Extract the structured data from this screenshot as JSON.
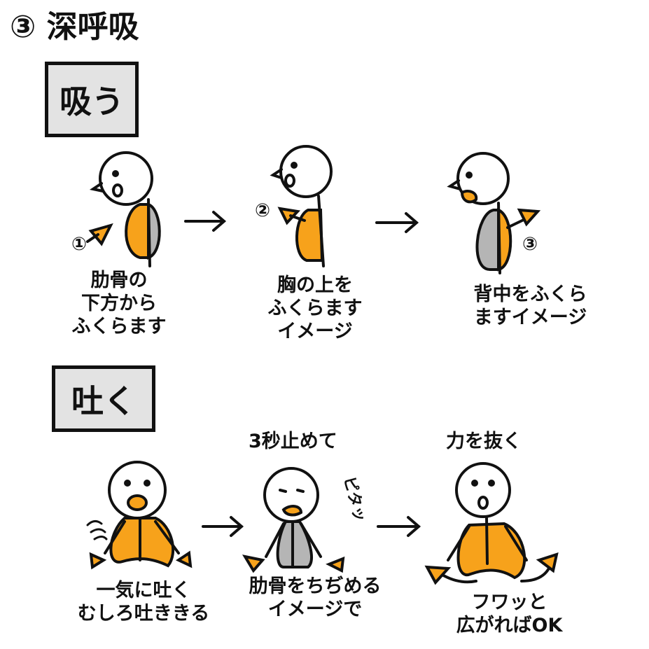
{
  "title": "③ 深呼吸",
  "inhale": {
    "label": "吸う",
    "steps": [
      {
        "marker": "①",
        "caption": "肋骨の\n下方から\nふくらます"
      },
      {
        "marker": "②",
        "caption": "胸の上を\nふくらます\nイメージ"
      },
      {
        "marker": "③",
        "caption": "背中をふくら\nますイメージ"
      }
    ]
  },
  "exhale": {
    "label": "吐く",
    "steps": [
      {
        "heading": "",
        "caption": "一気に吐く\nむしろ吐ききる"
      },
      {
        "heading": "3秒止めて",
        "sfx": "ピタッ",
        "caption": "肋骨をちぢめる\nイメージで"
      },
      {
        "heading": "力を抜く",
        "caption": "フワッと\n広がればOK"
      }
    ]
  },
  "colors": {
    "orange": "#f7a21b",
    "gray": "#b5b5b5",
    "box": "#e3e3e3",
    "ink": "#111111"
  }
}
